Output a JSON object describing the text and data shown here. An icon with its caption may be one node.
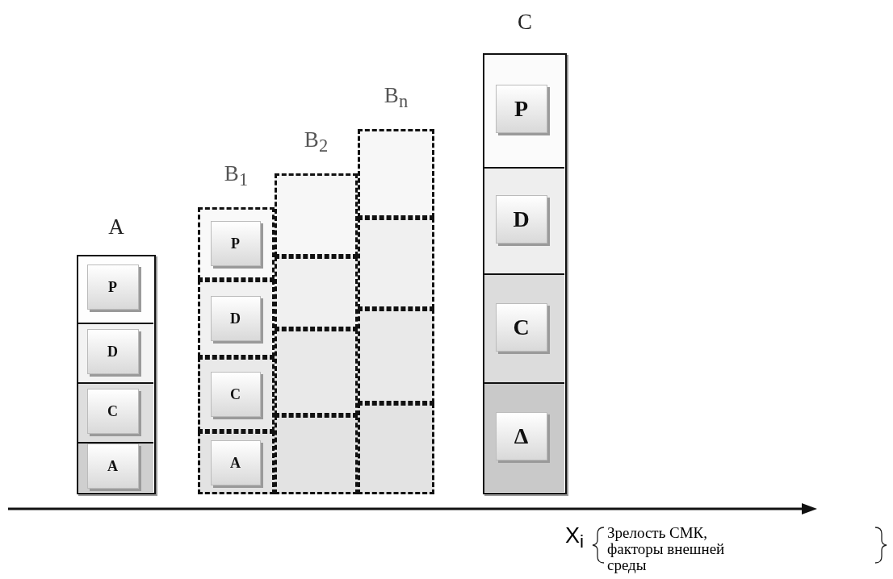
{
  "diagram": {
    "nodes": [
      {
        "text": [
          "A"
        ]
      },
      {
        "text": [
          "P"
        ],
        "in": 0
      },
      {
        "text": [
          "D"
        ],
        "in": 0
      },
      {
        "text": [
          "C"
        ],
        "in": 0
      },
      {
        "text": [
          "A"
        ],
        "in": 0
      },
      {
        "text": [
          "B$_{1}$"
        ]
      },
      {
        "text": [
          "P"
        ],
        "in": 5
      },
      {
        "text": [
          "D"
        ],
        "in": 5
      },
      {
        "text": [
          "C"
        ],
        "in": 5
      },
      {
        "text": [
          "A"
        ],
        "in": 5
      },
      {
        "text": [
          "B$_{2}$"
        ]
      },
      {
        "text": [],
        "shape": "box",
        "in": 10
      },
      {
        "text": [],
        "shape": "box",
        "in": 10
      },
      {
        "text": [],
        "shape": "box",
        "in": 10
      },
      {
        "text": [],
        "shape": "box",
        "in": 10
      },
      {
        "text": [
          "B$_{n}$"
        ]
      },
      {
        "text": [],
        "shape": "box",
        "in": 15
      },
      {
        "text": [],
        "shape": "box",
        "in": 15
      },
      {
        "text": [],
        "shape": "box",
        "in": 15
      },
      {
        "text": [],
        "shape": "box",
        "in": 15
      },
      {
        "text": [
          "C"
        ]
      },
      {
        "text": [
          "P"
        ],
        "in": 20
      },
      {
        "text": [
          "D"
        ],
        "in": 20
      },
      {
        "text": [
          "C"
        ],
        "in": 20
      },
      {
        "text": [
          "Δ"
        ],
        "in": 20
      }
    ],
    "edges": [],
    "labels": [
      "X$_{i}$",
      "Зрелость СМК, факторы внешней среды"
    ]
  }
}
